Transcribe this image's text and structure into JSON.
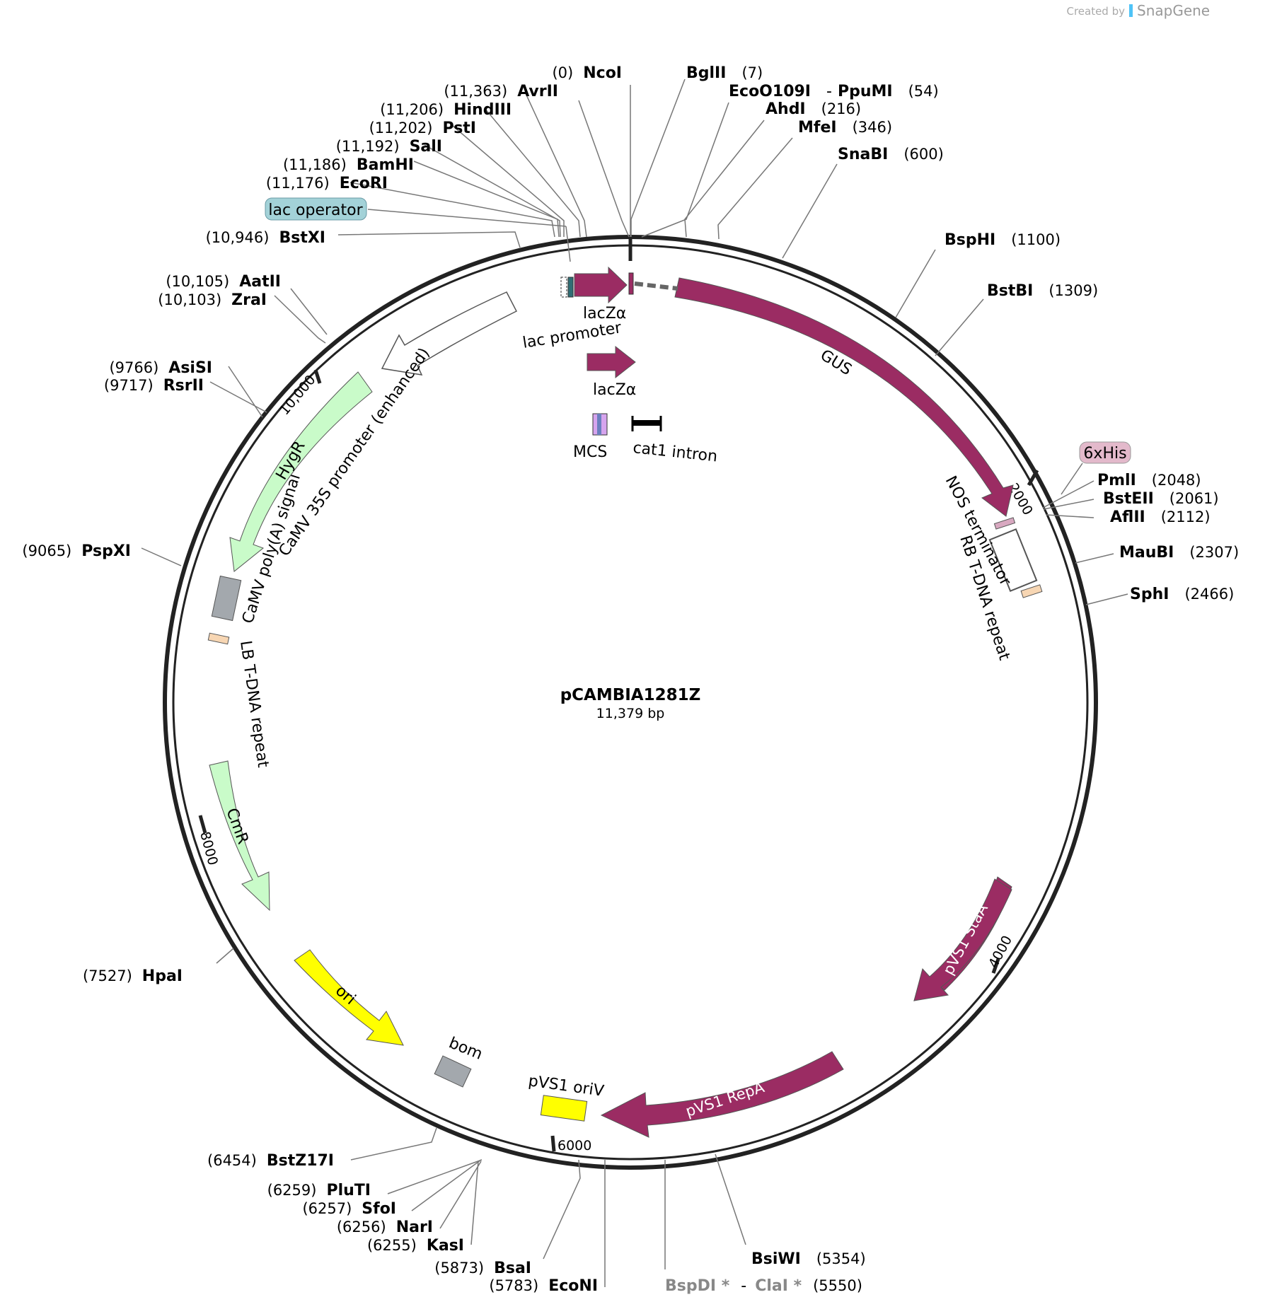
{
  "credit": {
    "created_by": "Created by",
    "brand": "SnapGene"
  },
  "plasmid": {
    "name": "pCAMBIA1281Z",
    "length": "11,379 bp"
  },
  "ticks": [
    "2000",
    "4000",
    "6000",
    "8000",
    "10,000"
  ],
  "features": {
    "lac_promoter": "lac promoter",
    "lacz_alpha_1": "lacZα",
    "lacz_alpha_2": "lacZα",
    "mcs": "MCS",
    "cat1_intron": "cat1 intron",
    "gus": "GUS",
    "nos_terminator": "NOS terminator",
    "rb_repeat": "RB T-DNA repeat",
    "his_tag": "6xHis",
    "lac_operator": "lac operator",
    "hygr": "HygR",
    "polya": "CaMV poly(A) signal",
    "camv35s": "CaMV 35S promoter (enhanced)",
    "lb_repeat": "LB T-DNA repeat",
    "cmr": "CmR",
    "ori": "ori",
    "bom": "bom",
    "pvs1_oriv": "pVS1 oriV",
    "pvs1_repa": "pVS1 RepA",
    "pvs1_staa": "pVS1 StaA"
  },
  "colors": {
    "maroon": "#9b2c63",
    "green": "#c9fbc9",
    "yellow": "#ffff00",
    "gray": "#a3a8ad",
    "peach": "#f7d6b3",
    "lac_operator_bg": "#a3d2d8",
    "his_bg": "#e3b9cb"
  },
  "sites": {
    "ncoi": {
      "pos": "(0)",
      "name": "NcoI"
    },
    "bglii": {
      "pos": "(7)",
      "name": "BglII"
    },
    "eco0109i": {
      "name": "EcoO109I",
      "sep": "-",
      "name2": "PpuMI",
      "pos": "(54)"
    },
    "ahdi": {
      "name": "AhdI",
      "pos": "(216)"
    },
    "mfei": {
      "name": "MfeI",
      "pos": "(346)"
    },
    "snabi": {
      "name": "SnaBI",
      "pos": "(600)"
    },
    "bsphi": {
      "name": "BspHI",
      "pos": "(1100)"
    },
    "bstbi": {
      "name": "BstBI",
      "pos": "(1309)"
    },
    "pmli": {
      "name": "PmlI",
      "pos": "(2048)"
    },
    "bsteii": {
      "name": "BstEII",
      "pos": "(2061)"
    },
    "aflii": {
      "name": "AflII",
      "pos": "(2112)"
    },
    "maubi": {
      "name": "MauBI",
      "pos": "(2307)"
    },
    "sphi": {
      "name": "SphI",
      "pos": "(2466)"
    },
    "bsiwi": {
      "name": "BsiWI",
      "pos": "(5354)"
    },
    "bspdi": {
      "name": "BspDI *",
      "sep": "-",
      "name2": "ClaI *",
      "pos": "(5550)"
    },
    "econi": {
      "pos": "(5783)",
      "name": "EcoNI"
    },
    "bsai": {
      "pos": "(5873)",
      "name": "BsaI"
    },
    "kasi": {
      "pos": "(6255)",
      "name": "KasI"
    },
    "nari": {
      "pos": "(6256)",
      "name": "NarI"
    },
    "sfoi": {
      "pos": "(6257)",
      "name": "SfoI"
    },
    "pluti": {
      "pos": "(6259)",
      "name": "PluTI"
    },
    "bstz17i": {
      "pos": "(6454)",
      "name": "BstZ17I"
    },
    "hpai": {
      "pos": "(7527)",
      "name": "HpaI"
    },
    "pspxi": {
      "pos": "(9065)",
      "name": "PspXI"
    },
    "rsrii": {
      "pos": "(9717)",
      "name": "RsrII"
    },
    "asisi": {
      "pos": "(9766)",
      "name": "AsiSI"
    },
    "zrai": {
      "pos": "(10,103)",
      "name": "ZraI"
    },
    "aatii": {
      "pos": "(10,105)",
      "name": "AatII"
    },
    "bstxi": {
      "pos": "(10,946)",
      "name": "BstXI"
    },
    "ecori": {
      "pos": "(11,176)",
      "name": "EcoRI"
    },
    "bamhi": {
      "pos": "(11,186)",
      "name": "BamHI"
    },
    "sali": {
      "pos": "(11,192)",
      "name": "SalI"
    },
    "psti": {
      "pos": "(11,202)",
      "name": "PstI"
    },
    "hindiii": {
      "pos": "(11,206)",
      "name": "HindIII"
    },
    "avrii": {
      "pos": "(11,363)",
      "name": "AvrII"
    }
  }
}
